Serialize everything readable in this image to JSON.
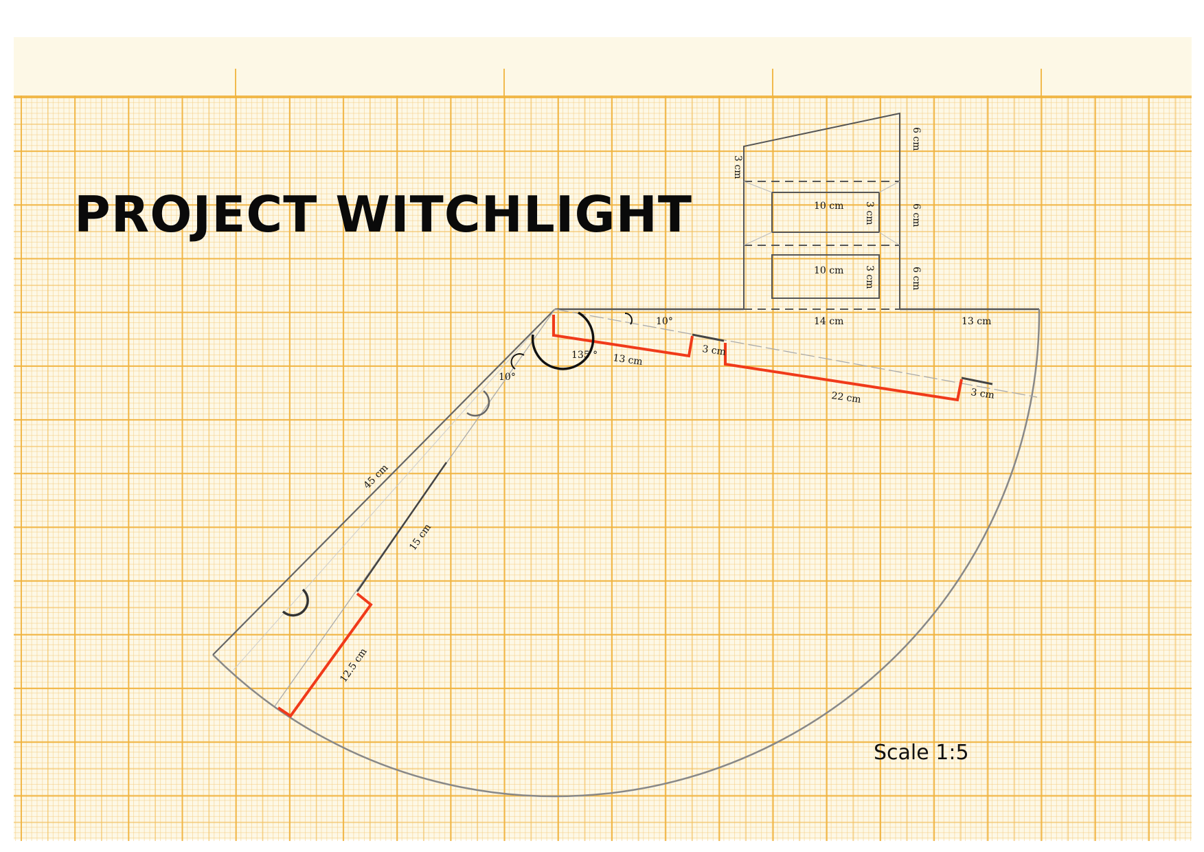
{
  "title": "PROJECT WITCHLIGHT",
  "scale_note": "Scale 1:5",
  "colors": {
    "paper": "#fdf8e6",
    "grid": "#f0b23c",
    "pencil": "#555555",
    "cut_lines": "#f03a1a",
    "ink": "#111111"
  },
  "box_panel": {
    "side_labels": [
      "3 cm"
    ],
    "right_labels": [
      "6 cm",
      "6 cm",
      "6 cm"
    ],
    "windows": [
      {
        "width": "10 cm",
        "height": "3 cm"
      },
      {
        "width": "10 cm",
        "height": "3 cm"
      }
    ]
  },
  "top_edge": {
    "segments": [
      "14 cm",
      "13 cm"
    ],
    "angle": "10°"
  },
  "apex_angle": "135 °",
  "left_angle": "10°",
  "right_cuts": [
    "13 cm",
    "3 cm",
    "22 cm",
    "3 cm"
  ],
  "left_edge": {
    "length": "45 cm",
    "inner_line": "15 cm",
    "cut": "12.5 cm"
  }
}
